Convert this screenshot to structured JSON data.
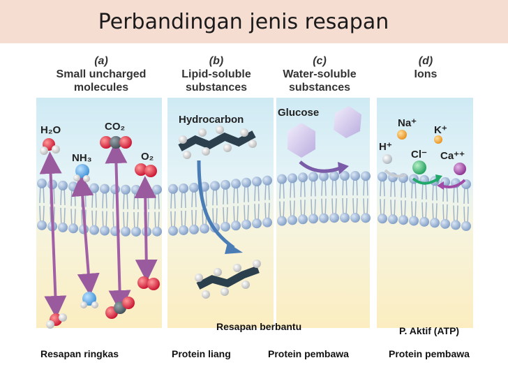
{
  "title": "Perbandingan jenis resapan",
  "panels": [
    {
      "letter": "(a)",
      "heading_line1": "Small uncharged",
      "heading_line2": "molecules"
    },
    {
      "letter": "(b)",
      "heading_line1": "Lipid-soluble",
      "heading_line2": "substances"
    },
    {
      "letter": "(c)",
      "heading_line1": "Water-soluble",
      "heading_line2": "substances"
    },
    {
      "letter": "(d)",
      "heading_line1": "Ions",
      "heading_line2": ""
    }
  ],
  "molecules": {
    "h2o": "H₂O",
    "nh3": "NH₃",
    "co2": "CO₂",
    "o2": "O₂",
    "hydrocarbon": "Hydrocarbon",
    "glucose": "Glucose",
    "na": "Na⁺",
    "k": "K⁺",
    "h": "H⁺",
    "cl": "Cl⁻",
    "ca": "Ca⁺⁺"
  },
  "labels": {
    "resapan_berbantu": "Resapan berbantu",
    "p_aktif": "P. Aktif (ATP)",
    "resapan_ringkas": "Resapan ringkas",
    "protein_liang": "Protein liang",
    "protein_pembawa_1": "Protein pembawa",
    "protein_pembawa_2": "Protein pembawa"
  }
}
